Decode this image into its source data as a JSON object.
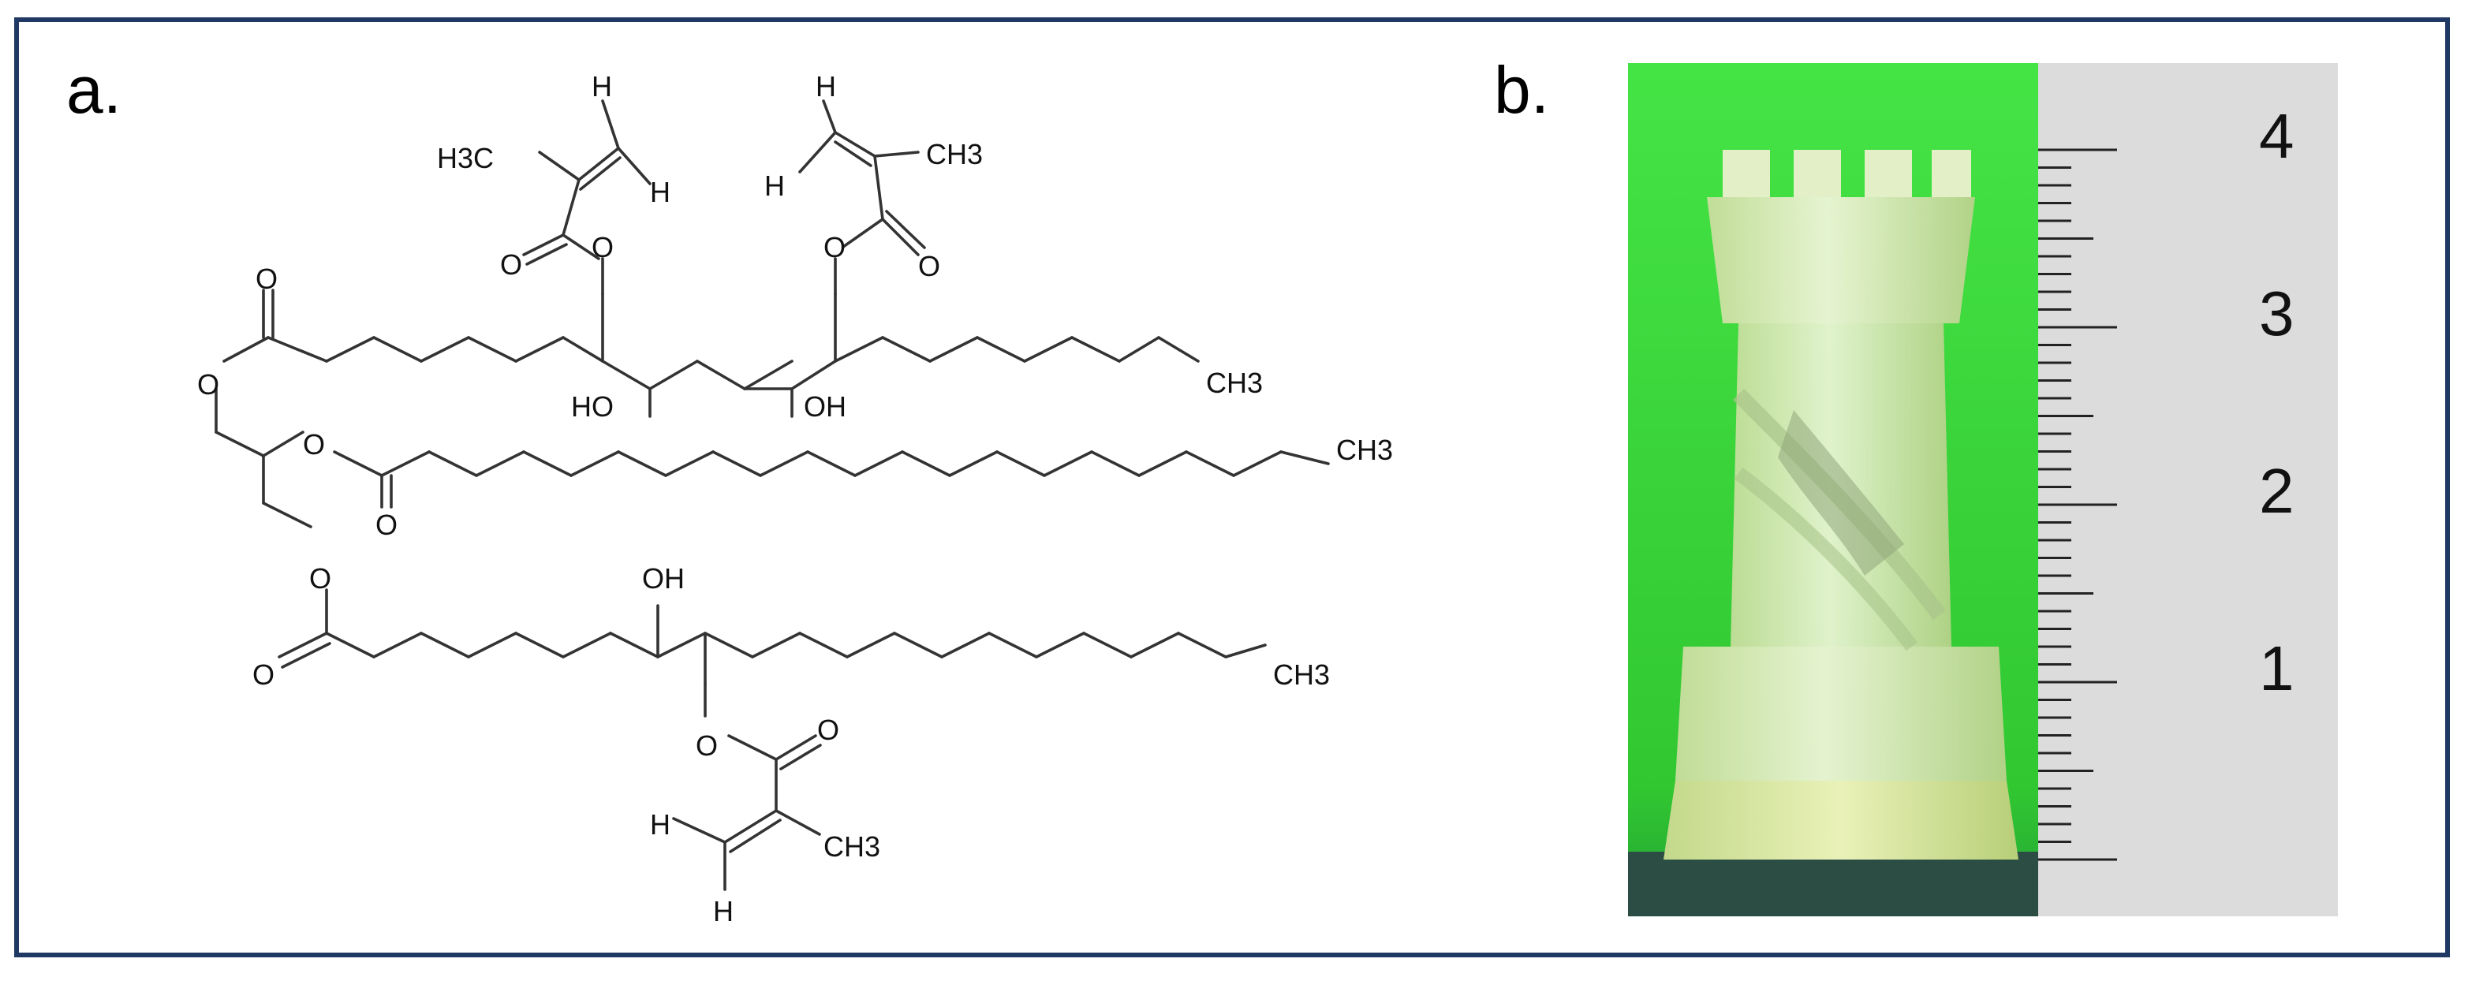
{
  "panels": {
    "a": {
      "label": "a."
    },
    "b": {
      "label": "b."
    }
  },
  "molecule": {
    "atoms": {
      "h_top_left": "H",
      "h_top_right": "H",
      "h_left2": "H",
      "h_right2": "H",
      "h_bottom1": "H",
      "h_bottom2": "H",
      "methyl_left": "H3C",
      "methyl_right": "CH3",
      "methyl_chain1": "CH3",
      "methyl_chain2": "CH3",
      "methyl_chain3": "CH3",
      "methyl_bottom": "CH3",
      "ho_left": "HO",
      "oh_right": "OH",
      "oh_bottom": "OH",
      "o": "O"
    }
  },
  "photo": {
    "subject": "3D-printed translucent rook chess piece",
    "colors": {
      "background": "#3ede3e",
      "ruler": "#dcdcdc",
      "piece": "#d6e6a6",
      "base_shadow": "#2c4d44"
    },
    "ruler_labels": [
      "4",
      "3",
      "2",
      "1"
    ]
  }
}
